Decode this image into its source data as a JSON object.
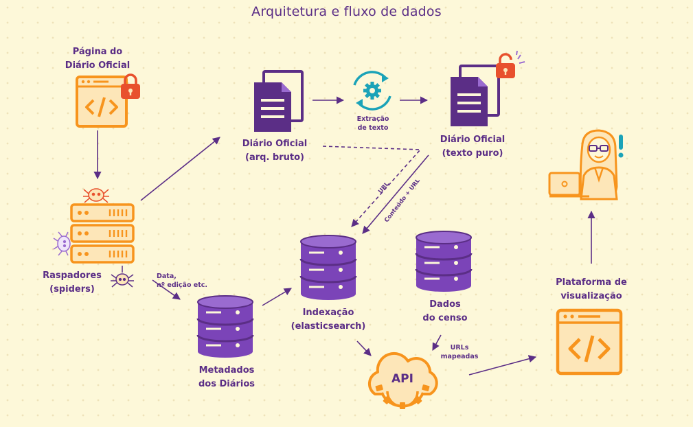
{
  "title": "Arquitetura e fluxo de dados",
  "nodes": {
    "pagina": {
      "line1": "Página do",
      "line2": "Diário Oficial"
    },
    "raspadores": {
      "line1": "Raspadores",
      "line2": "(spiders)"
    },
    "diario_bruto": {
      "line1": "Diário Oficial",
      "line2": "(arq. bruto)"
    },
    "extracao": {
      "line1": "Extração",
      "line2": "de texto"
    },
    "diario_puro": {
      "line1": "Diário Oficial",
      "line2": "(texto puro)"
    },
    "indexacao": {
      "line1": "Indexação",
      "line2": "(elasticsearch)"
    },
    "censo": {
      "line1": "Dados",
      "line2": "do censo"
    },
    "metadados": {
      "line1": "Metadados",
      "line2": "dos Diários"
    },
    "api": {
      "label": "API"
    },
    "plataforma": {
      "line1": "Plataforma de",
      "line2": "visualização"
    }
  },
  "edge_labels": {
    "data_line1": "Data,",
    "data_line2": "nº edição etc.",
    "url": "URL",
    "conteudo_url": "Conteúdo + URL",
    "urls_line1": "URLs",
    "urls_line2": "mapeadas"
  },
  "icons": {
    "browser_code": "browser-code-icon",
    "lock": "lock-icon",
    "server_stack": "server-stack-icon",
    "spider": "spider-icon",
    "document": "document-icon",
    "gear_cycle": "gear-cycle-icon",
    "database": "database-icon",
    "cloud_gear": "cloud-gear-icon",
    "woman_laptop": "woman-laptop-icon"
  },
  "colors": {
    "purple_dark": "#5b2e86",
    "purple": "#7b44b8",
    "purple_light": "#9a6bd0",
    "orange": "#f7941d",
    "red": "#e8502d",
    "teal": "#1ba3b8",
    "background": "#fdf8d9"
  }
}
